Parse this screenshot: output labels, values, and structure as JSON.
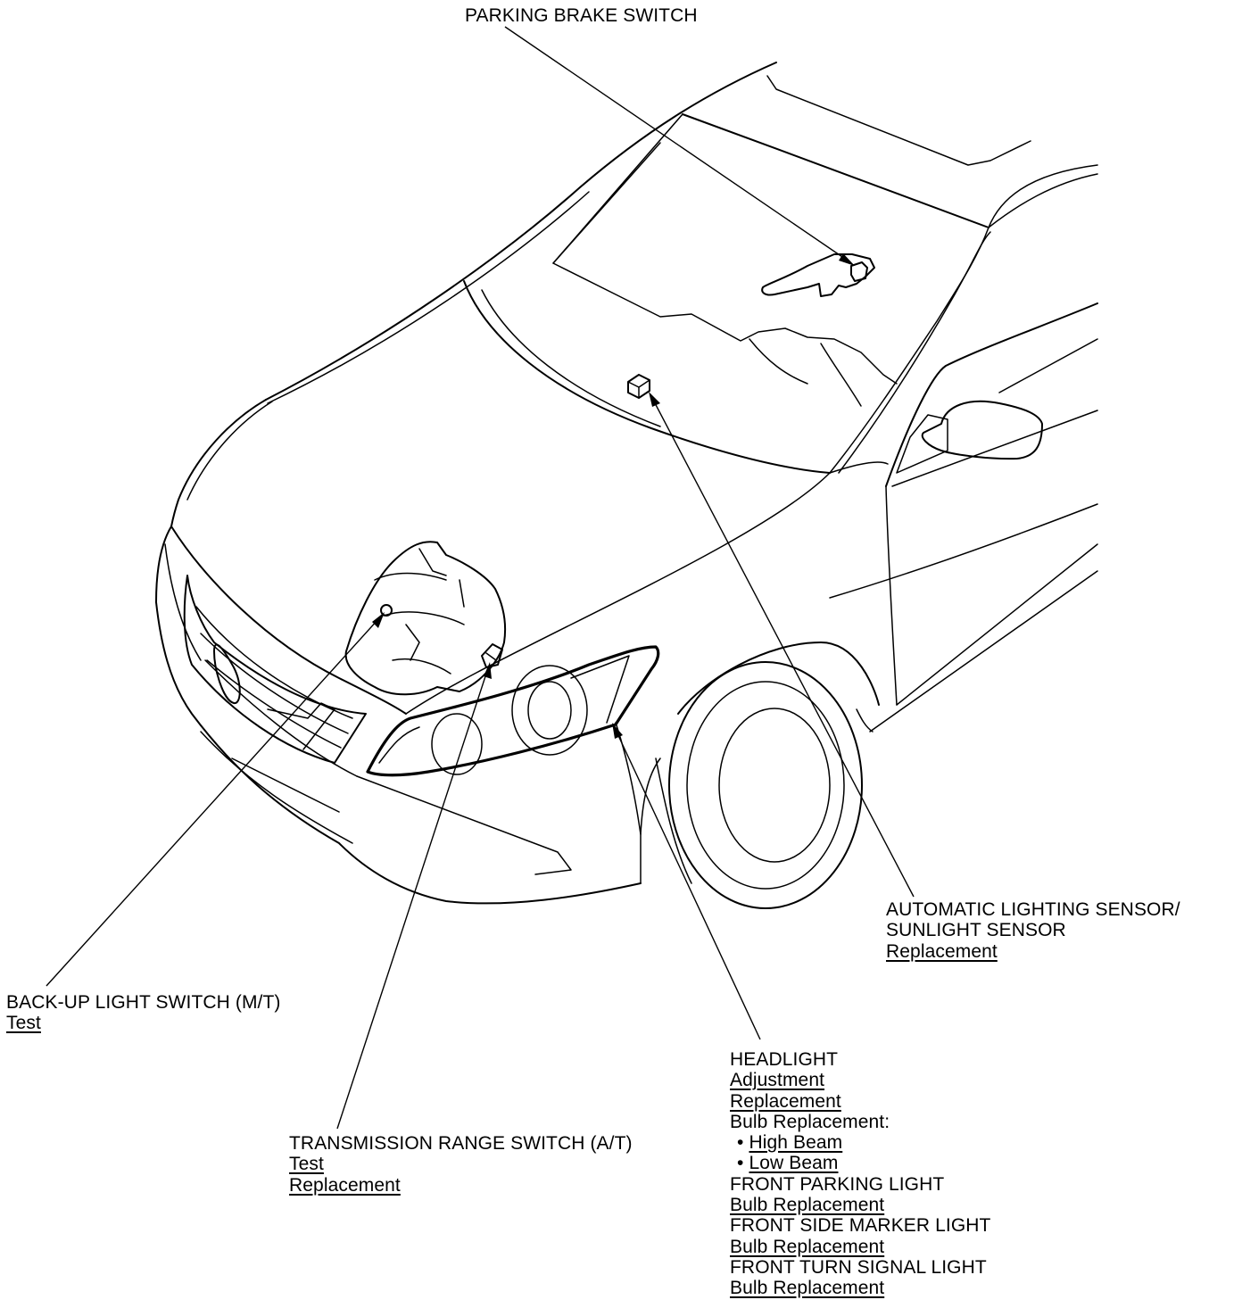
{
  "labels": {
    "parking_brake": {
      "title": "PARKING BRAKE SWITCH"
    },
    "auto_lighting": {
      "line1": "AUTOMATIC LIGHTING SENSOR/",
      "line2": "SUNLIGHT SENSOR",
      "links": [
        "Replacement"
      ]
    },
    "backup_light": {
      "title": "BACK-UP LIGHT SWITCH (M/T)",
      "links": [
        "Test"
      ]
    },
    "transmission": {
      "title": "TRANSMISSION RANGE SWITCH (A/T)",
      "links": [
        "Test",
        "Replacement"
      ]
    },
    "headlight": {
      "title": "HEADLIGHT",
      "links": [
        "Adjustment",
        "Replacement"
      ],
      "bulb_heading": "Bulb Replacement:",
      "bullet_char": "•",
      "bulb_links": [
        "High Beam",
        "Low Beam"
      ]
    },
    "front_parking": {
      "title": "FRONT PARKING LIGHT",
      "link": "Bulb Replacement"
    },
    "front_side_marker": {
      "title": "FRONT SIDE MARKER LIGHT",
      "link": "Bulb Replacement"
    },
    "front_turn_signal": {
      "title": "FRONT TURN SIGNAL LIGHT",
      "link": "Bulb Replacement"
    }
  }
}
